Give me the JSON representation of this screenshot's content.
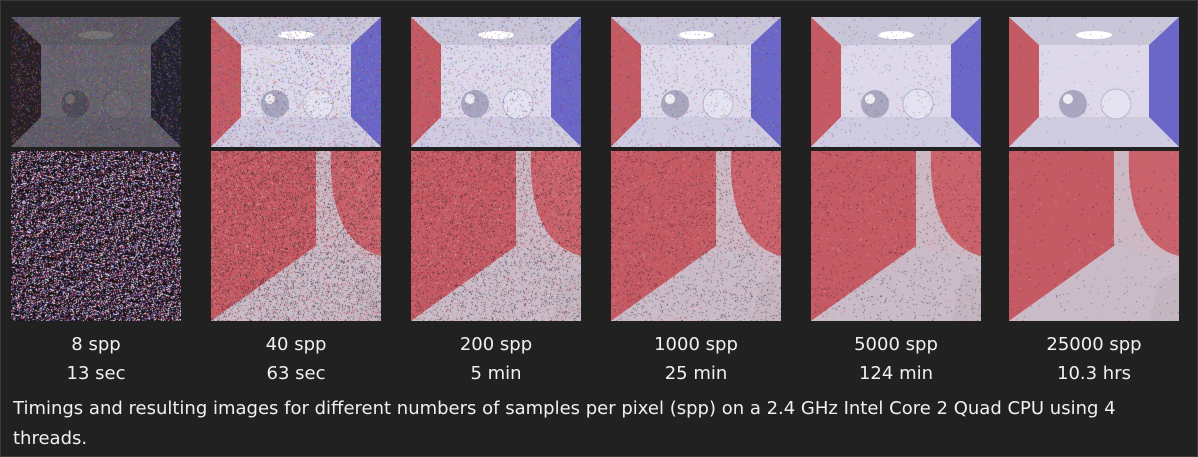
{
  "samples": [
    {
      "spp": "8 spp",
      "time": "13 sec"
    },
    {
      "spp": "40 spp",
      "time": "63 sec"
    },
    {
      "spp": "200 spp",
      "time": "5 min"
    },
    {
      "spp": "1000 spp",
      "time": "25 min"
    },
    {
      "spp": "5000 spp",
      "time": "124 min"
    },
    {
      "spp": "25000 spp",
      "time": "10.3 hrs"
    }
  ],
  "caption": "Timings and resulting images for different numbers of samples per pixel (spp) on a 2.4 GHz Intel Core 2 Quad CPU using 4 threads.",
  "colors": {
    "background": "#212121",
    "text": "#f0f0f0",
    "red_wall": "#c45a63",
    "blue_wall": "#6b67c9",
    "floor": "#cfcbe0"
  }
}
